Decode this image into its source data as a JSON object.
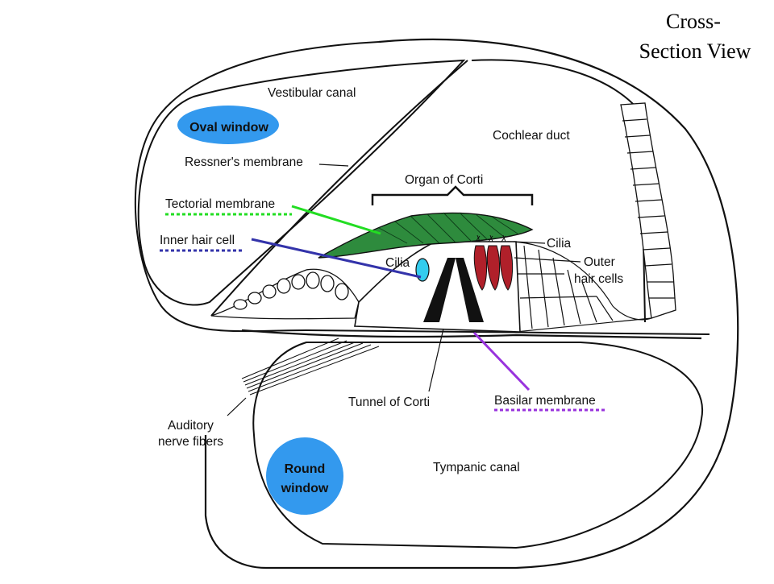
{
  "title": {
    "line1": "Cross-",
    "line2": "Section View"
  },
  "labels": {
    "vestibular_canal": "Vestibular canal",
    "oval_window": "Oval window",
    "cochlear_duct": "Cochlear duct",
    "ressners_membrane": "Ressner's membrane",
    "organ_of_corti": "Organ of Corti",
    "tectorial_membrane": "Tectorial membrane",
    "inner_hair_cell": "Inner hair cell",
    "cilia_inner": "Cilia",
    "cilia_outer": "Cilia",
    "outer_hair_cells_line1": "Outer",
    "outer_hair_cells_line2": "hair cells",
    "tunnel_of_corti": "Tunnel of Corti",
    "basilar_membrane": "Basilar membrane",
    "auditory_nerve_line1": "Auditory",
    "auditory_nerve_line2": "nerve fibers",
    "round_window_line1": "Round",
    "round_window_line2": "window",
    "tympanic_canal": "Tympanic canal"
  },
  "colors": {
    "window_blue": "#3399ee",
    "tectorial_green": "#2e8b3d",
    "pointer_green": "#22dd22",
    "pointer_blue": "#3333aa",
    "pointer_purple": "#9933dd",
    "inner_hair_cyan": "#33ccee",
    "outer_hair_red": "#b0202a",
    "outline": "#111111"
  }
}
